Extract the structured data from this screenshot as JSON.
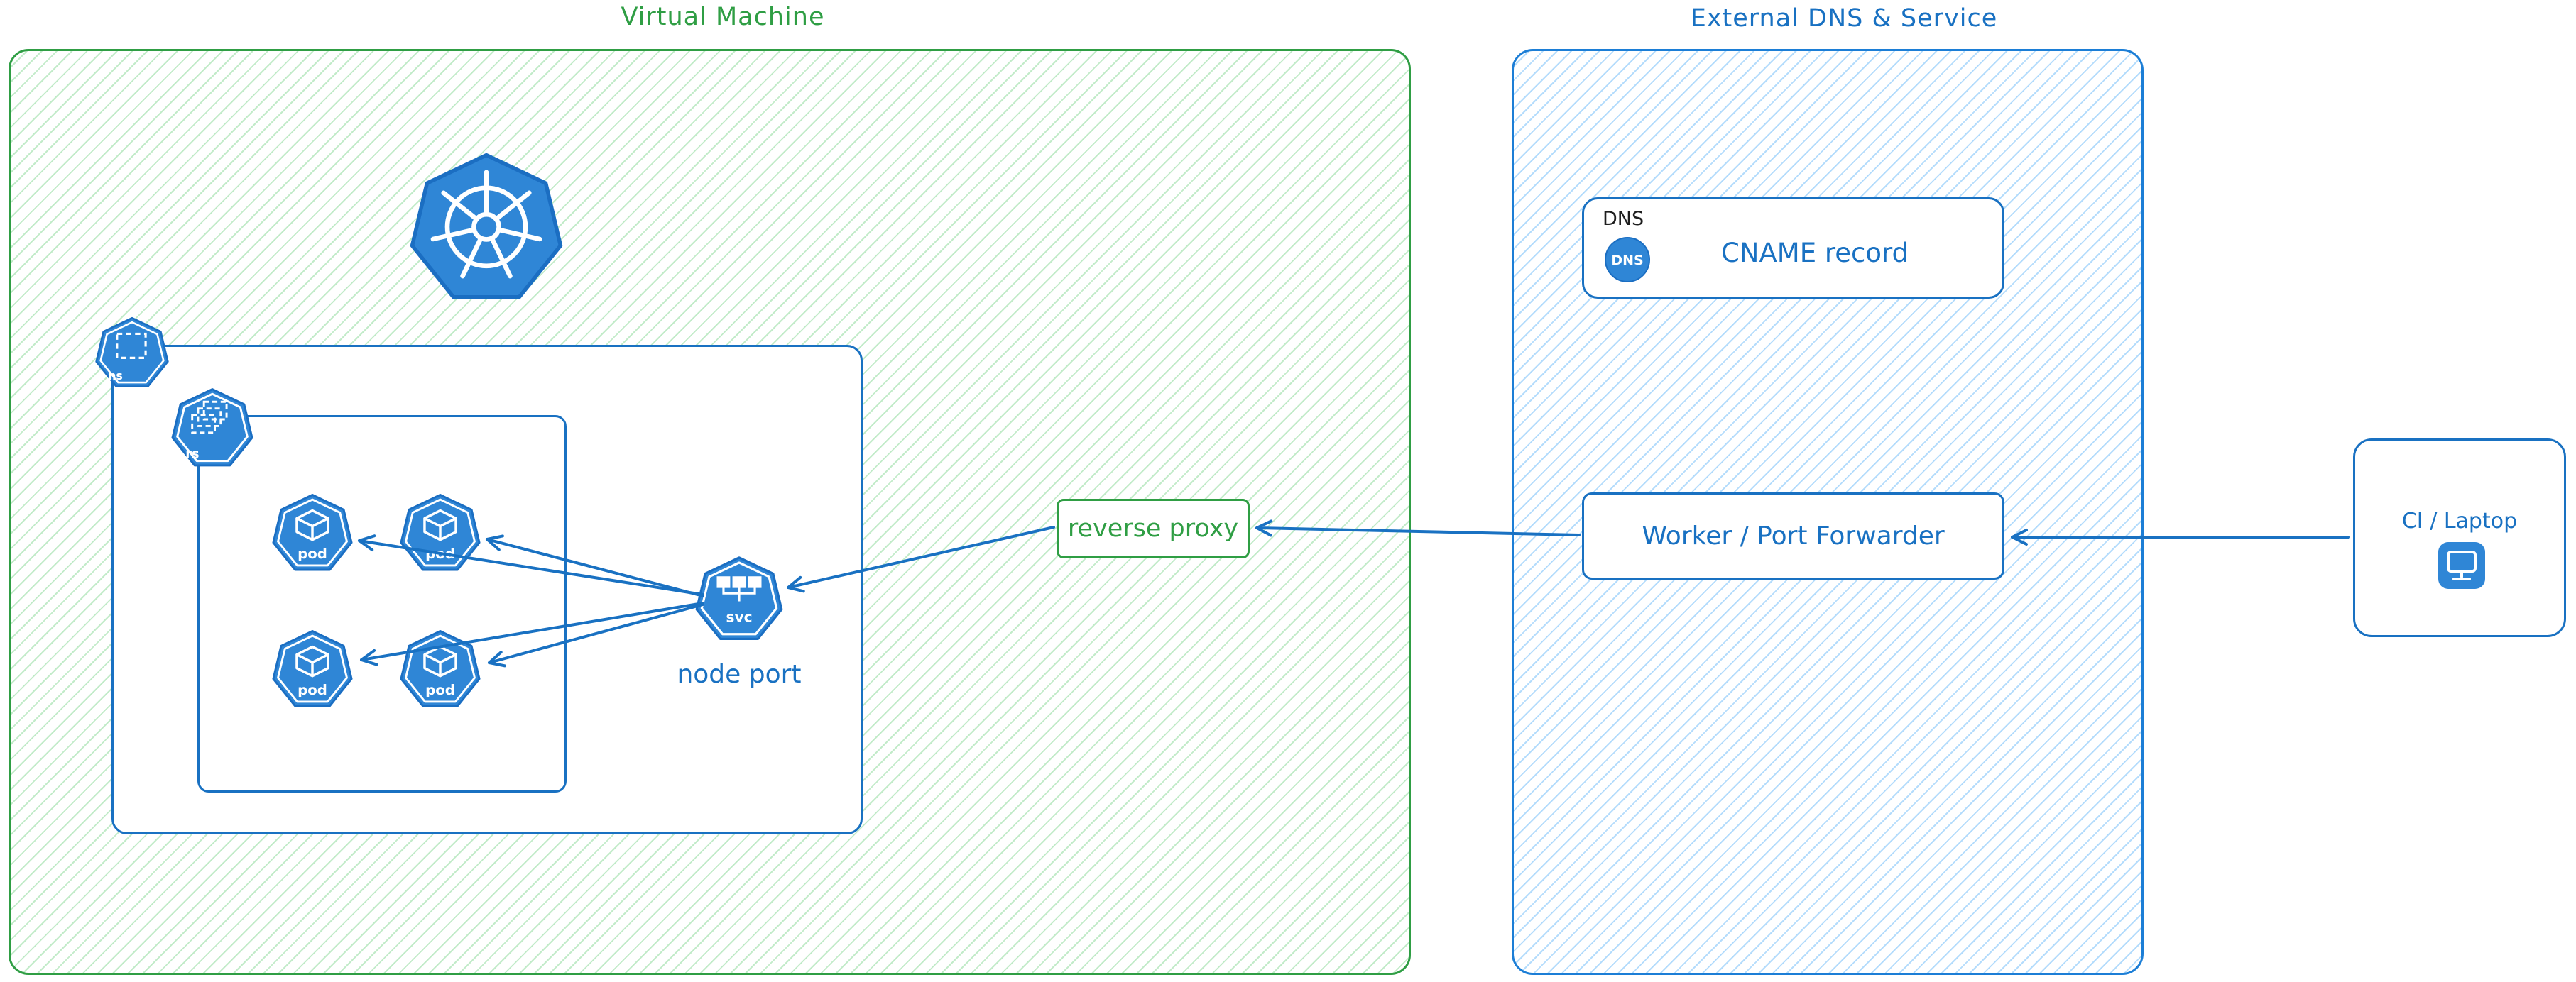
{
  "colors": {
    "green": "#2f9e44",
    "blue": "#1971c2",
    "blue_border": "#1c7ed6",
    "icon_blue": "#2f86d6",
    "dark_text": "#1e1e1e"
  },
  "vm": {
    "title": "Virtual Machine",
    "kubernetes_icon": "kubernetes-helm-wheel",
    "namespace_icon_label": "ns",
    "replicaset_icon_label": "rs",
    "pods": [
      {
        "label": "pod"
      },
      {
        "label": "pod"
      },
      {
        "label": "pod"
      },
      {
        "label": "pod"
      }
    ],
    "service_icon_label": "svc",
    "node_port_label": "node port",
    "reverse_proxy_label": "reverse proxy"
  },
  "external": {
    "title": "External DNS & Service",
    "dns_tag": "DNS",
    "dns_icon_label": "DNS",
    "cname_label": "CNAME record",
    "worker_label": "Worker / Port Forwarder"
  },
  "ci": {
    "label": "CI / Laptop",
    "laptop_icon": "computer-monitor"
  }
}
